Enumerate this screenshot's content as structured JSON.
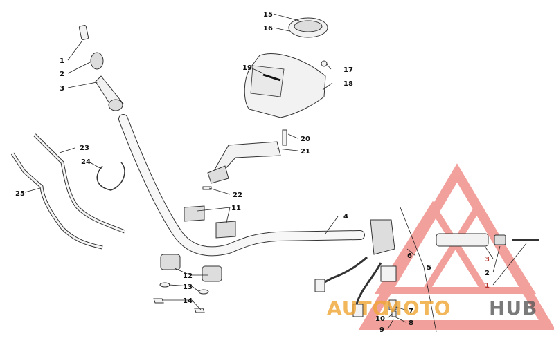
{
  "diagram": {
    "callouts": [
      "1",
      "2",
      "3",
      "4",
      "5",
      "6",
      "7",
      "8",
      "9",
      "10",
      "11",
      "12",
      "13",
      "14",
      "15",
      "16",
      "17",
      "18",
      "19",
      "20",
      "21",
      "22",
      "23",
      "24",
      "25"
    ],
    "right_callouts": [
      "1",
      "2",
      "3"
    ]
  },
  "watermark": {
    "brand_a": "AUTO",
    "brand_b": "MOTO",
    "brand_c": "HUB",
    "colors": {
      "triangle": "#e8534b",
      "orange": "#f0a433",
      "gray": "#5a5a5a"
    }
  }
}
